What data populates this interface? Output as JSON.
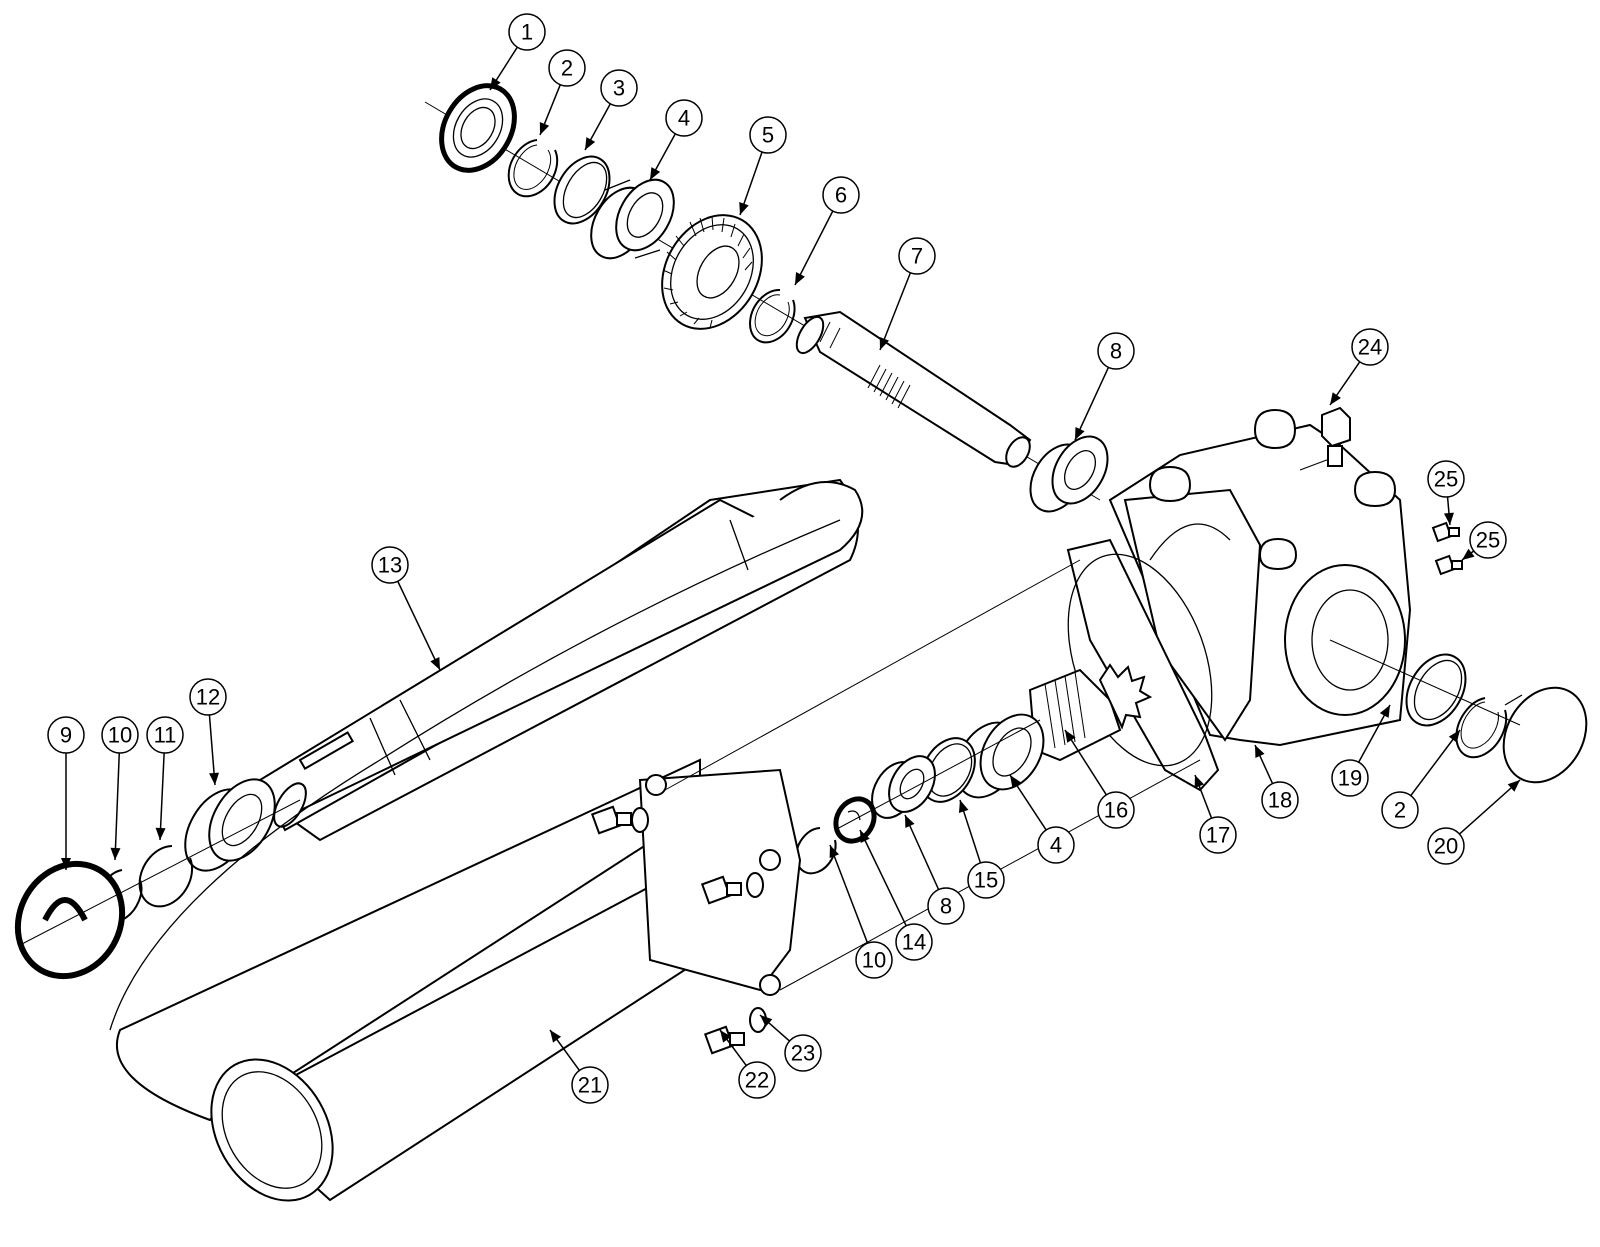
{
  "diagram": {
    "style": "exploded parts drawing",
    "line_color": "#000000",
    "background": "#ffffff",
    "callouts": [
      {
        "id": "c1",
        "label": "1"
      },
      {
        "id": "c2a",
        "label": "2"
      },
      {
        "id": "c3",
        "label": "3"
      },
      {
        "id": "c4a",
        "label": "4"
      },
      {
        "id": "c5",
        "label": "5"
      },
      {
        "id": "c6",
        "label": "6"
      },
      {
        "id": "c7",
        "label": "7"
      },
      {
        "id": "c8a",
        "label": "8"
      },
      {
        "id": "c24",
        "label": "24"
      },
      {
        "id": "c25a",
        "label": "25"
      },
      {
        "id": "c25b",
        "label": "25"
      },
      {
        "id": "c13",
        "label": "13"
      },
      {
        "id": "c9",
        "label": "9"
      },
      {
        "id": "c10a",
        "label": "10"
      },
      {
        "id": "c11",
        "label": "11"
      },
      {
        "id": "c12",
        "label": "12"
      },
      {
        "id": "c16",
        "label": "16"
      },
      {
        "id": "c17",
        "label": "17"
      },
      {
        "id": "c18",
        "label": "18"
      },
      {
        "id": "c19",
        "label": "19"
      },
      {
        "id": "c2b",
        "label": "2"
      },
      {
        "id": "c20",
        "label": "20"
      },
      {
        "id": "c4b",
        "label": "4"
      },
      {
        "id": "c15",
        "label": "15"
      },
      {
        "id": "c8b",
        "label": "8"
      },
      {
        "id": "c14",
        "label": "14"
      },
      {
        "id": "c10b",
        "label": "10"
      },
      {
        "id": "c21",
        "label": "21"
      },
      {
        "id": "c22",
        "label": "22"
      },
      {
        "id": "c23",
        "label": "23"
      }
    ]
  }
}
